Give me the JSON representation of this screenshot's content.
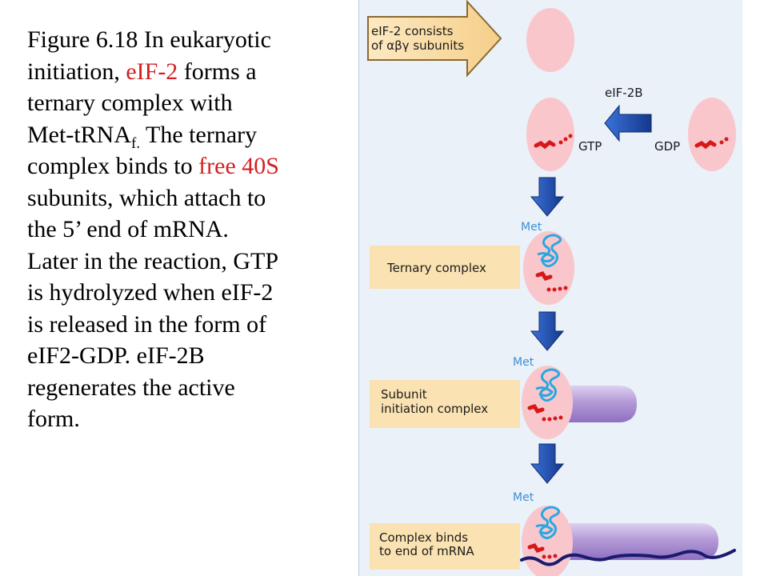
{
  "caption": {
    "line1": "Figure 6.18 In eukaryotic",
    "line2_pre": "initiation, ",
    "line2_red": "eIF-2",
    "line2_post": " forms a",
    "line3": "ternary complex with",
    "line4_pre": "Met-tRNA",
    "line4_sub": "f.",
    "line4_post": " The ternary",
    "line5_pre": "complex binds to ",
    "line5_red": "free 40S",
    "line6": "subunits, which attach to",
    "line7": "the 5’ end of mRNA.",
    "line8": "Later in the reaction, GTP",
    "line9": "is hydrolyzed when eIF-2",
    "line10": "is released in the form of",
    "line11": "eIF2-GDP. eIF-2B",
    "line12": "regenerates the active",
    "line13": "form."
  },
  "diagram": {
    "callout_line1": "eIF-2 consists",
    "callout_line2": "of αβγ subunits",
    "eif2b_label": "eIF-2B",
    "gtp_label": "GTP",
    "gdp_label": "GDP",
    "met_label": "Met",
    "ternary_label": "Ternary complex",
    "subunit_line1": "Subunit",
    "subunit_line2": "initiation complex",
    "binds_line1": "Complex binds",
    "binds_line2": "to end of mRNA"
  },
  "colors": {
    "text": "#000000",
    "highlight_red": "#d42020",
    "panel_background": "#eaf1f9",
    "ribosome_pink": "#f9c6cc",
    "label_box_tan": "#fbe2b2",
    "arrow_blue": "#1f4fb5",
    "trna_cyan": "#28a8e0",
    "subunit_purple": "#b49ad8",
    "mrna_navy": "#1a1a6e"
  }
}
